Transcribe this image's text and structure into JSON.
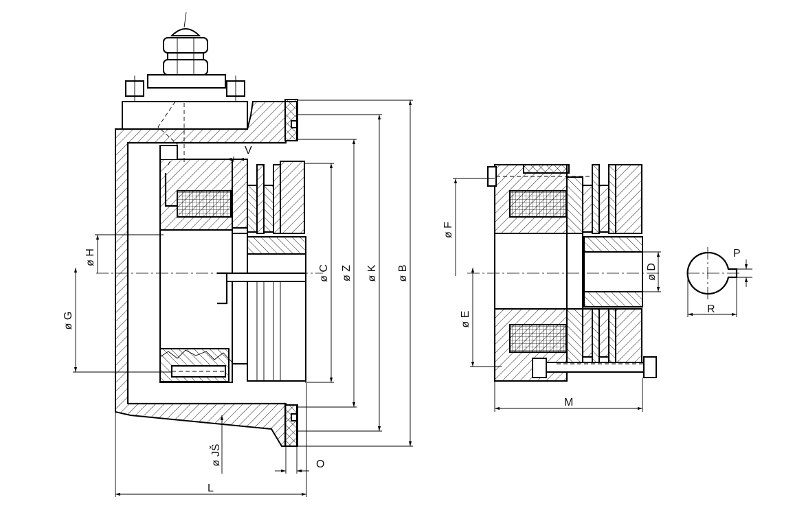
{
  "dimensions": {
    "C": "ø C",
    "Z": "ø Z",
    "K": "ø K",
    "B": "ø B",
    "H": "ø H",
    "G": "ø G",
    "JS": "ø JŠ",
    "V": "V",
    "O": "O",
    "L": "L",
    "F": "ø F",
    "E": "ø E",
    "D": "ø D",
    "M": "M",
    "P": "P",
    "R": "R"
  }
}
